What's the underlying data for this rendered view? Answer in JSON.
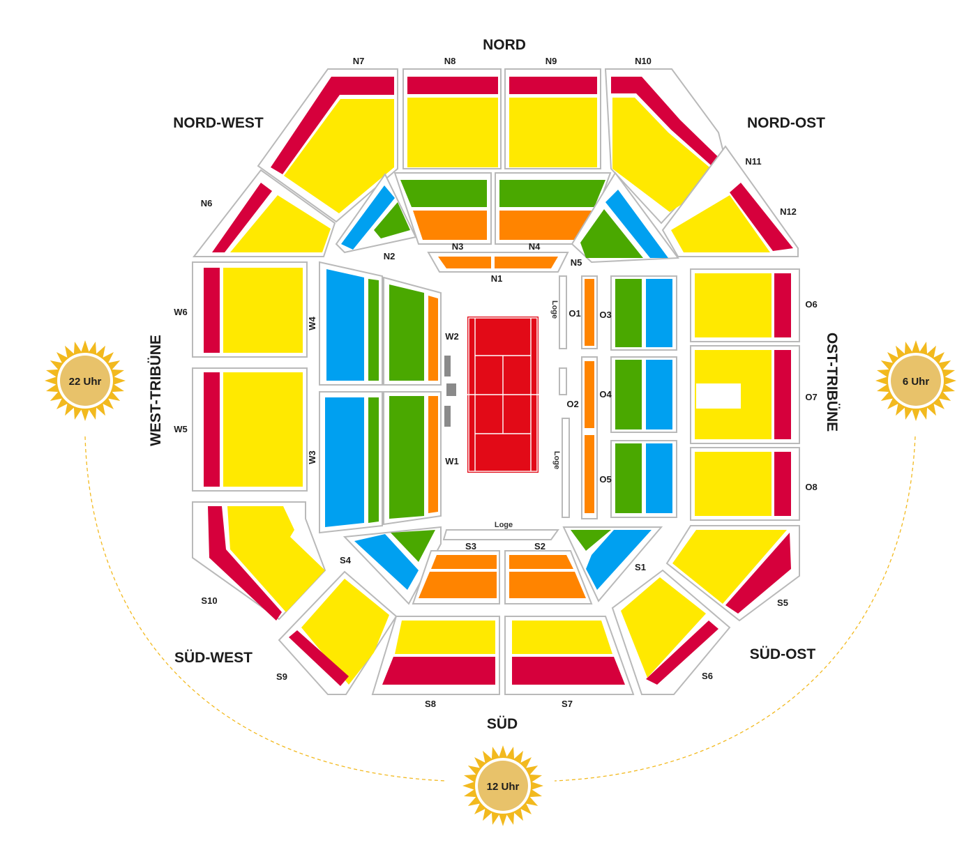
{
  "areas": {
    "nord": "NORD",
    "nord_west": "NORD-WEST",
    "nord_ost": "NORD-OST",
    "west": "WEST-TRIBÜNE",
    "ost": "OST-TRIBÜNE",
    "sued": "SÜD",
    "sued_west": "SÜD-WEST",
    "sued_ost": "SÜD-OST"
  },
  "sections": {
    "N1": "N1",
    "N2": "N2",
    "N3": "N3",
    "N4": "N4",
    "N5": "N5",
    "N6": "N6",
    "N7": "N7",
    "N8": "N8",
    "N9": "N9",
    "N10": "N10",
    "N11": "N11",
    "N12": "N12",
    "O1": "O1",
    "O2": "O2",
    "O3": "O3",
    "O4": "O4",
    "O5": "O5",
    "O6": "O6",
    "O7": "O7",
    "O8": "O8",
    "S1": "S1",
    "S2": "S2",
    "S3": "S3",
    "S4": "S4",
    "S5": "S5",
    "S6": "S6",
    "S7": "S7",
    "S8": "S8",
    "S9": "S9",
    "S10": "S10",
    "W1": "W1",
    "W2": "W2",
    "W3": "W3",
    "W4": "W4",
    "W5": "W5",
    "W6": "W6"
  },
  "loge_label": "Loge",
  "sun_times": {
    "west": "22 Uhr",
    "south": "12 Uhr",
    "east": "6 Uhr"
  },
  "colors": {
    "red": "#d6003c",
    "yellow": "#ffe900",
    "green": "#4aa800",
    "orange": "#ff8400",
    "blue": "#00a0f0",
    "court": "#e20a17",
    "sun": "#f2b91e",
    "sun_center": "#e8c26a",
    "grey_block": "#8a8a8a"
  }
}
